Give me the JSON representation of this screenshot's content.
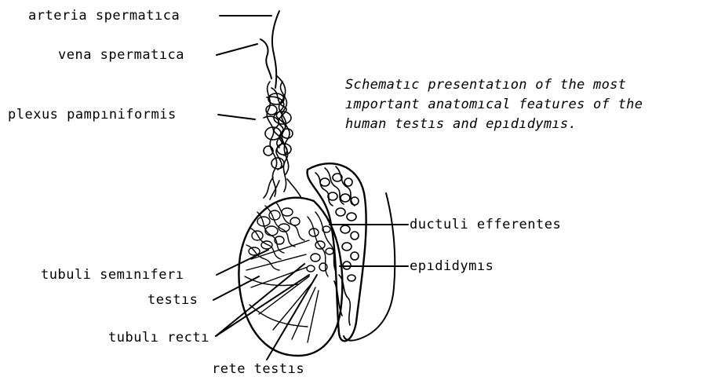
{
  "labels": {
    "arteria_spermatica": "arteria spermatıca",
    "vena_spermatica": "vena spermatıca",
    "plexus_pampiniformis": "plexus pampıniformis",
    "ductuli_efferentes": "ductuli efferentes",
    "epididymis": "epıdidymıs",
    "tubuli_seminiferi": "tubuli semınıferı",
    "testis": "testıs",
    "tubuli_recti": "tubulı rectı",
    "rete_testis": "rete testıs"
  },
  "caption": {
    "line1": "Schematıc presentatıon  of  the most",
    "line2": "ımportant anatomıcal features of the",
    "line3": "human testıs and epıdıdymıs."
  }
}
